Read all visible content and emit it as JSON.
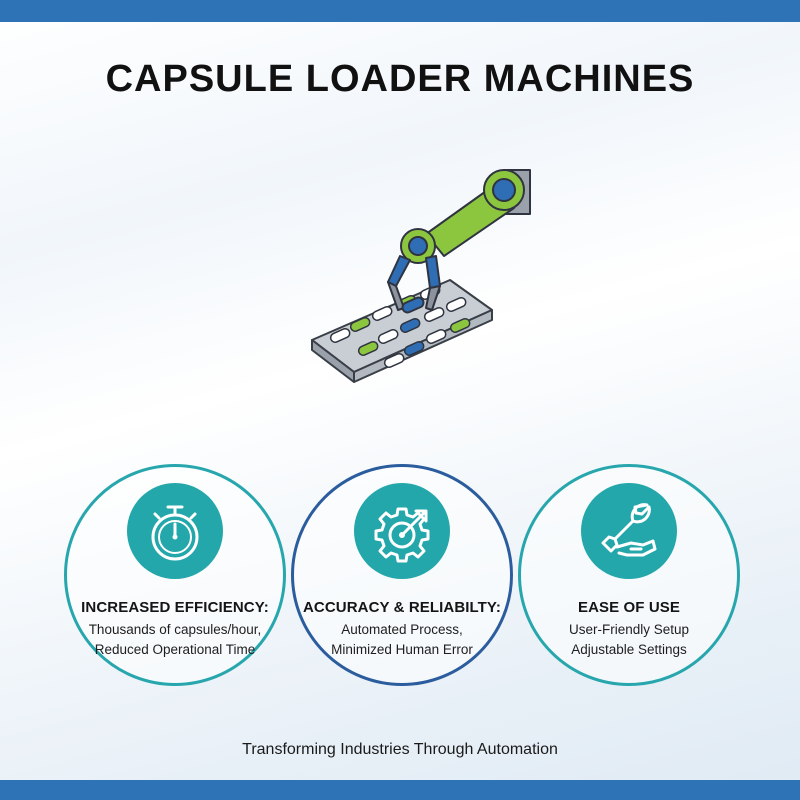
{
  "title": "CAPSULE LOADER MACHINES",
  "colors": {
    "brand_blue": "#2e73b5",
    "teal": "#24a7ab",
    "accent_green": "#7dc142",
    "navy": "#2b5d9e"
  },
  "hero": {
    "icon": "robotic-arm-capsule-tray-icon"
  },
  "features": [
    {
      "icon": "stopwatch-icon",
      "title": "INCREASED EFFICIENCY:",
      "lines": [
        "Thousands of capsules/hour,",
        "Reduced Operational Time"
      ]
    },
    {
      "icon": "gear-target-icon",
      "title": "ACCURACY & RELIABILTY:",
      "lines": [
        "Automated Process,",
        "Minimized Human Error"
      ]
    },
    {
      "icon": "wrench-hand-icon",
      "title": "EASE OF USE",
      "lines": [
        "User-Friendly Setup",
        "Adjustable Settings"
      ]
    }
  ],
  "tagline": "Transforming Industries Through Automation"
}
